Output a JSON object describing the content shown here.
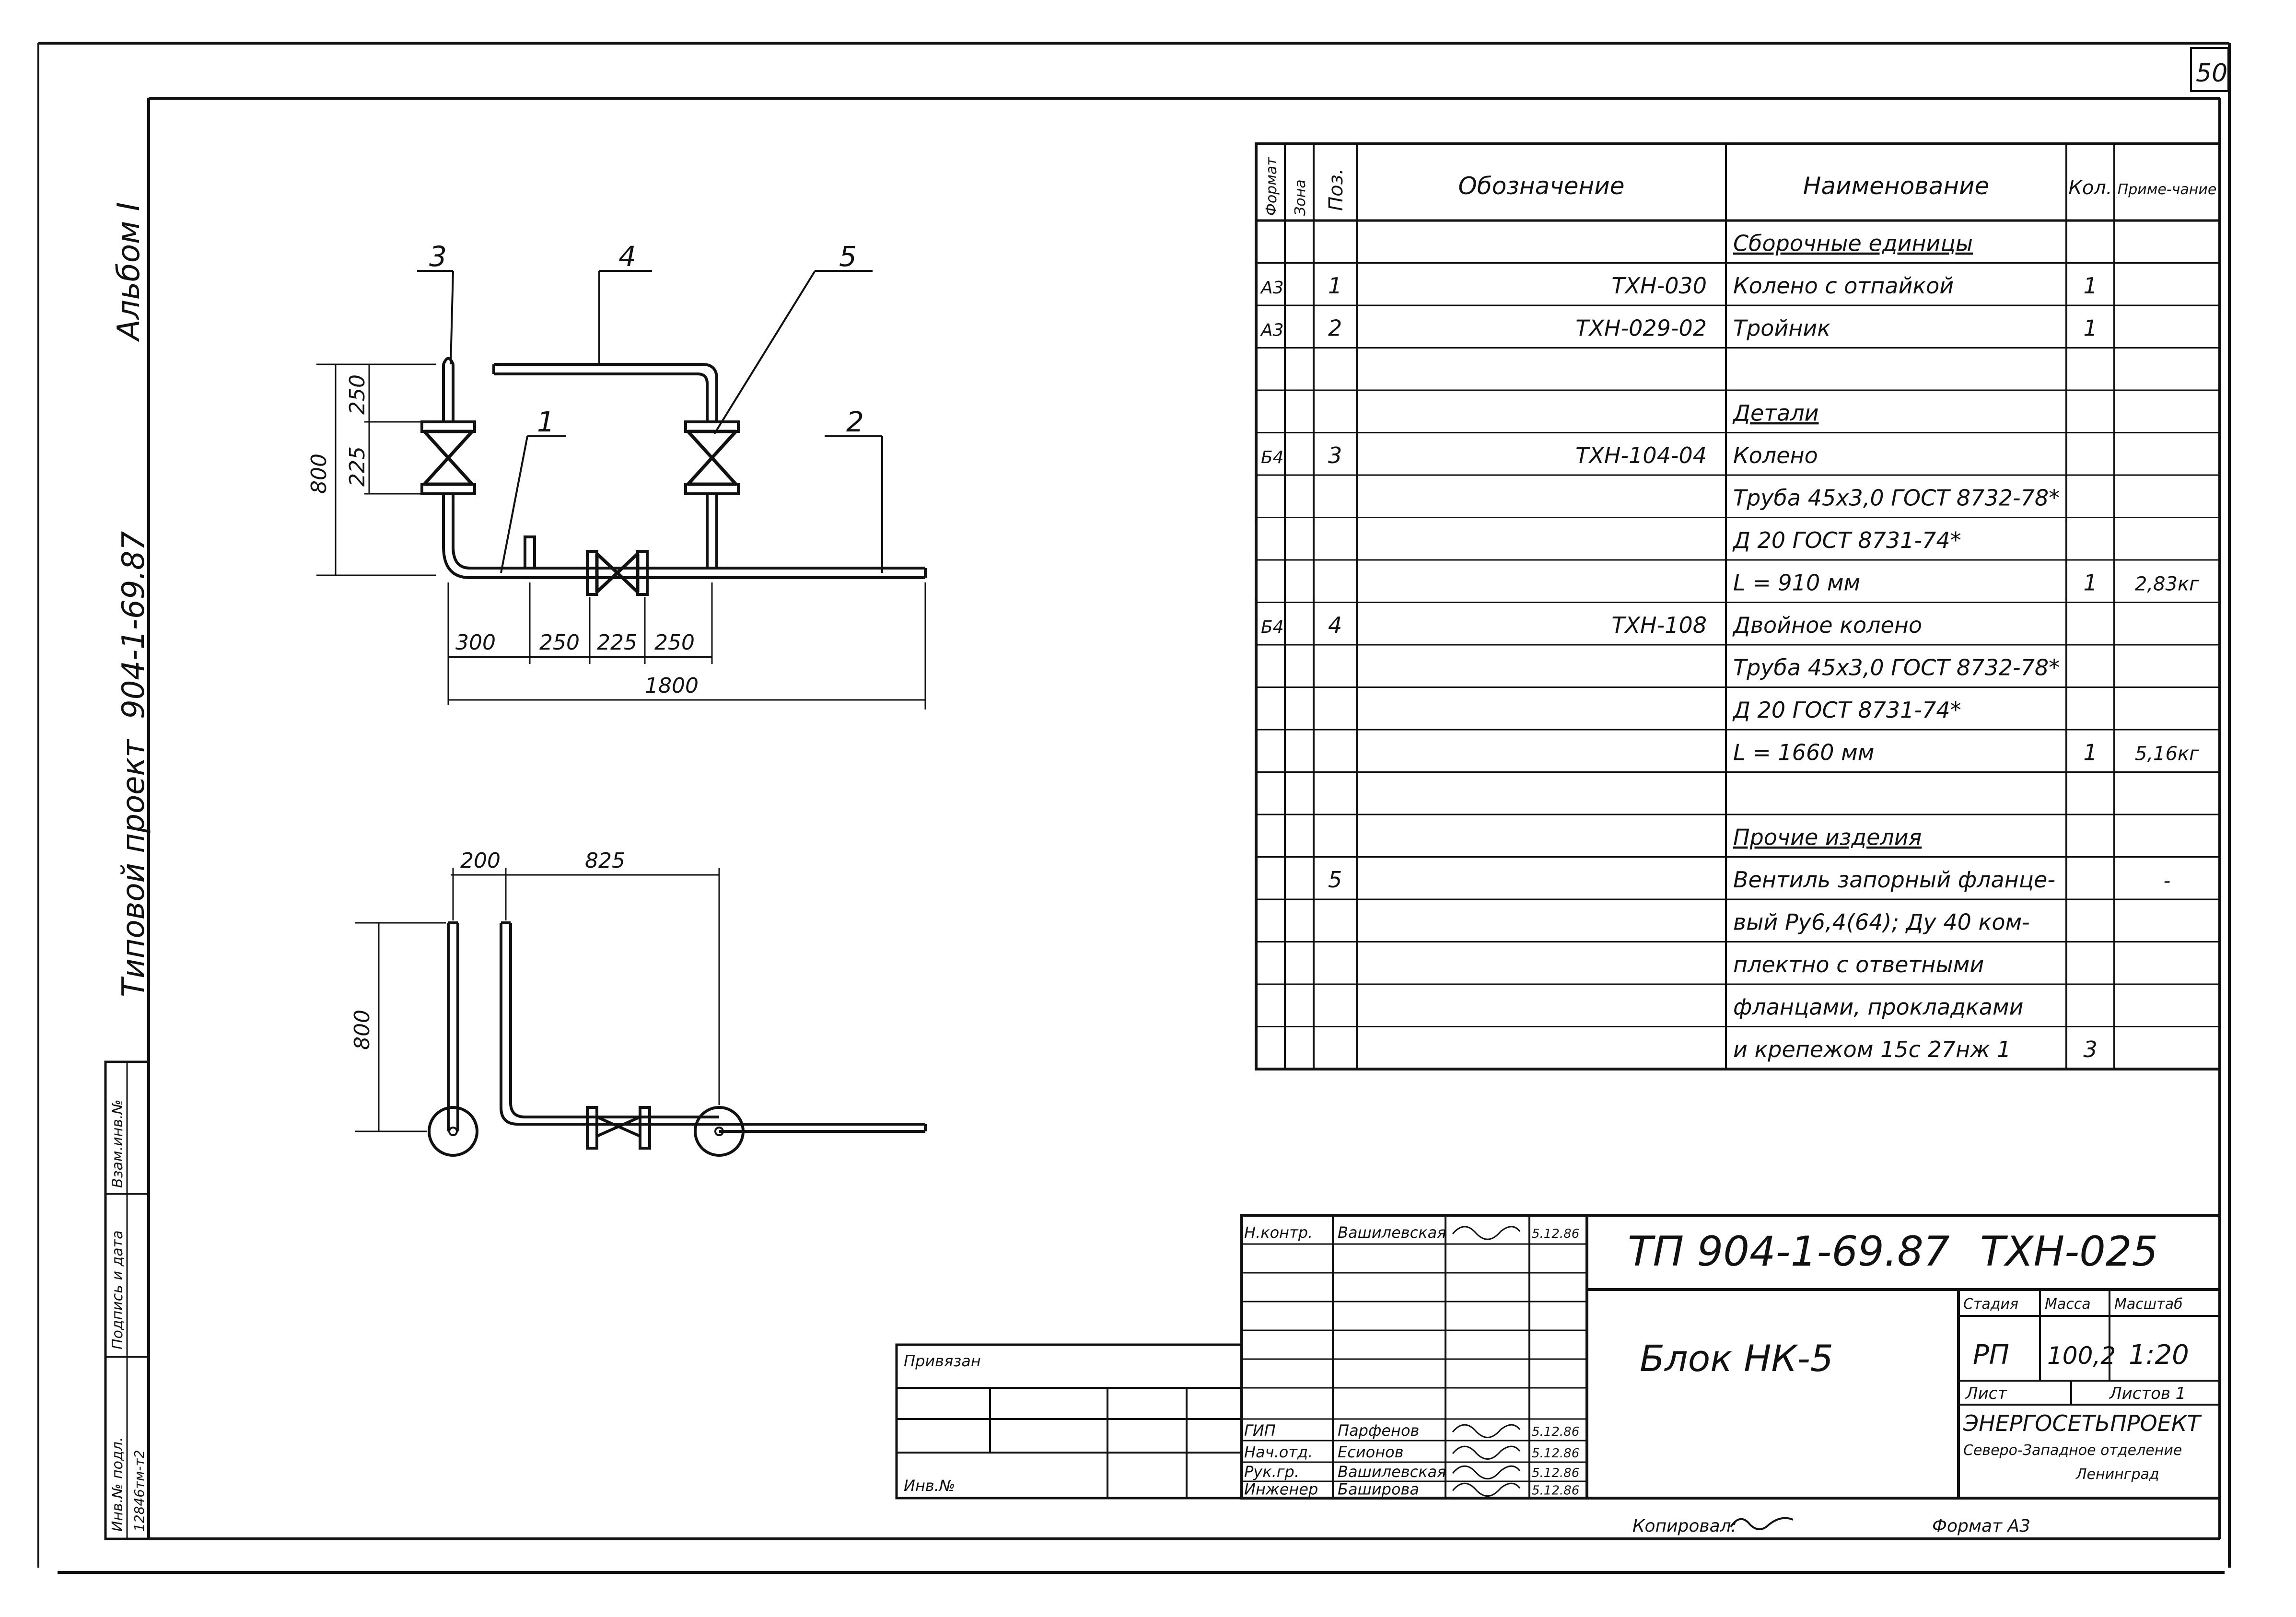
{
  "sheet_number": "50",
  "album": "Альбом I",
  "side_project": {
    "label": "Типовой проект",
    "code": "904-1-69.87"
  },
  "side_stamp": {
    "inv_orig": "Инв.№ подл.",
    "sign_date": "Подпись и дата",
    "replace_inv": "Взам.инв.№",
    "inv_value": "12846тм-т2"
  },
  "spec": {
    "headers": {
      "format": "Формат",
      "zone": "Зона",
      "pos": "Поз.",
      "designation": "Обозначение",
      "name": "Наименование",
      "qty": "Кол.",
      "note": "Приме-чание"
    },
    "rows": [
      {
        "format": "",
        "pos": "",
        "designation": "",
        "name": "Сборочные единицы",
        "qty": "",
        "note": ""
      },
      {
        "format": "А3",
        "pos": "1",
        "designation": "ТХН-030",
        "name": "Колено с отпайкой",
        "qty": "1",
        "note": ""
      },
      {
        "format": "А3",
        "pos": "2",
        "designation": "ТХН-029-02",
        "name": "Тройник",
        "qty": "1",
        "note": ""
      },
      {
        "format": "",
        "pos": "",
        "designation": "",
        "name": "",
        "qty": "",
        "note": ""
      },
      {
        "format": "",
        "pos": "",
        "designation": "",
        "name": "Детали",
        "qty": "",
        "note": ""
      },
      {
        "format": "Б4",
        "pos": "3",
        "designation": "ТХН-104-04",
        "name": "Колено",
        "qty": "",
        "note": ""
      },
      {
        "format": "",
        "pos": "",
        "designation": "",
        "name": "Труба 45х3,0 ГОСТ 8732-78*",
        "qty": "",
        "note": ""
      },
      {
        "format": "",
        "pos": "",
        "designation": "",
        "name": "Д 20 ГОСТ 8731-74*",
        "qty": "",
        "note": ""
      },
      {
        "format": "",
        "pos": "",
        "designation": "",
        "name": "L = 910 мм",
        "qty": "1",
        "note": "2,83кг"
      },
      {
        "format": "Б4",
        "pos": "4",
        "designation": "ТХН-108",
        "name": "Двойное колено",
        "qty": "",
        "note": ""
      },
      {
        "format": "",
        "pos": "",
        "designation": "",
        "name": "Труба 45х3,0 ГОСТ 8732-78*",
        "qty": "",
        "note": ""
      },
      {
        "format": "",
        "pos": "",
        "designation": "",
        "name": "Д 20 ГОСТ 8731-74*",
        "qty": "",
        "note": ""
      },
      {
        "format": "",
        "pos": "",
        "designation": "",
        "name": "L = 1660 мм",
        "qty": "1",
        "note": "5,16кг"
      },
      {
        "format": "",
        "pos": "",
        "designation": "",
        "name": "",
        "qty": "",
        "note": ""
      },
      {
        "format": "",
        "pos": "",
        "designation": "",
        "name": "Прочие изделия",
        "qty": "",
        "note": ""
      },
      {
        "format": "",
        "pos": "5",
        "designation": "",
        "name": "Вентиль запорный фланце-",
        "qty": "",
        "note": "-"
      },
      {
        "format": "",
        "pos": "",
        "designation": "",
        "name": "вый Ру6,4(64); Ду 40 ком-",
        "qty": "",
        "note": ""
      },
      {
        "format": "",
        "pos": "",
        "designation": "",
        "name": "плектно с ответными",
        "qty": "",
        "note": ""
      },
      {
        "format": "",
        "pos": "",
        "designation": "",
        "name": "фланцами, прокладками",
        "qty": "",
        "note": ""
      },
      {
        "format": "",
        "pos": "",
        "designation": "",
        "name": "и крепежом 15с 27нж 1",
        "qty": "3",
        "note": ""
      }
    ]
  },
  "drawing_top": {
    "callouts": [
      "3",
      "4",
      "5",
      "1",
      "2"
    ],
    "dims": {
      "d800": "800",
      "d225": "225",
      "d250": "250",
      "d300": "300",
      "d250a": "250",
      "d225a": "225",
      "d250b": "250",
      "d1800": "1800"
    }
  },
  "drawing_bottom": {
    "dims": {
      "d200": "200",
      "d825": "825",
      "d800": "800"
    }
  },
  "title_block": {
    "doc_code": "ТП 904-1-69.87",
    "part_code": "ТХН-025",
    "title": "Блок НК-5",
    "stage_label": "Стадия",
    "mass_label": "Масса",
    "scale_label": "Масштаб",
    "stage": "РП",
    "mass": "100,2",
    "scale": "1:20",
    "sheet_label": "Лист",
    "sheets_label": "Листов 1",
    "org1": "ЭНЕРГОСЕТЬПРОЕКТ",
    "org2": "Северо-Западное отделение",
    "org3": "Ленинград",
    "signers": [
      {
        "role": "Н.контр.",
        "name": "Вашилевская",
        "date": "5.12.86"
      },
      {
        "role": "ГИП",
        "name": "Парфенов",
        "date": "5.12.86"
      },
      {
        "role": "Нач.отд.",
        "name": "Есионов",
        "date": "5.12.86"
      },
      {
        "role": "Рук.гр.",
        "name": "Вашилевская",
        "date": "5.12.86"
      },
      {
        "role": "Инженер",
        "name": "Баширова",
        "date": "5.12.86"
      }
    ],
    "linked": "Привязан",
    "inv_no": "Инв.№",
    "copied": "Копировал:",
    "format": "Формат А3"
  }
}
